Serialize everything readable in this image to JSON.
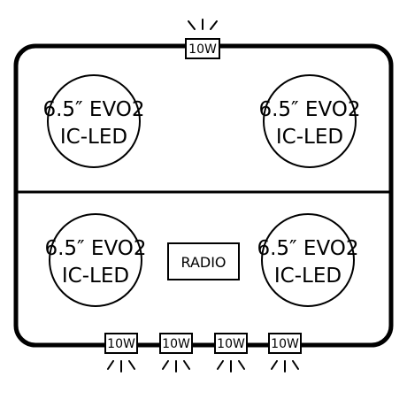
{
  "speakers": {
    "top_left": {
      "line1": "6.5″ EVO2",
      "line2": "IC-LED"
    },
    "top_right": {
      "line1": "6.5″ EVO2",
      "line2": "IC-LED"
    },
    "bottom_left": {
      "line1": "6.5″ EVO2",
      "line2": "IC-LED"
    },
    "bottom_right": {
      "line1": "6.5″ EVO2",
      "line2": "IC-LED"
    }
  },
  "radio": {
    "label": "RADIO"
  },
  "lights": {
    "top": {
      "label": "10W"
    },
    "bottom": [
      {
        "label": "10W"
      },
      {
        "label": "10W"
      },
      {
        "label": "10W"
      },
      {
        "label": "10W"
      }
    ]
  },
  "colors": {
    "stroke": "#000000",
    "background": "#ffffff"
  }
}
